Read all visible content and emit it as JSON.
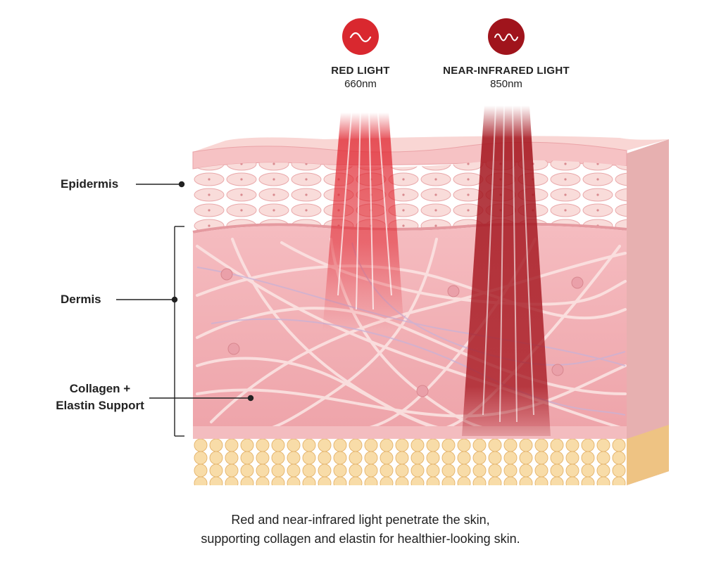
{
  "lights": [
    {
      "name": "RED LIGHT",
      "wavelength": "660nm",
      "icon": "wave-icon",
      "color": "#d9282f"
    },
    {
      "name": "NEAR-INFRARED LIGHT",
      "wavelength": "850nm",
      "icon": "wave-icon",
      "color": "#a0141c"
    }
  ],
  "layers": {
    "epidermis": "Epidermis",
    "dermis": "Dermis",
    "collagen_line1": "Collagen +",
    "collagen_line2": "Elastin Support"
  },
  "caption": {
    "line1": "Red and near-infrared light penetrate the skin,",
    "line2": "supporting collagen and elastin for healthier-looking skin."
  },
  "colors": {
    "skin_surface": "#f6c2c4",
    "epidermis": "#f7cfcd",
    "dermis": "#f2b1b5",
    "fat": "#f6d49a",
    "red_light": "#e0242e",
    "nir_light": "#a3121b"
  }
}
